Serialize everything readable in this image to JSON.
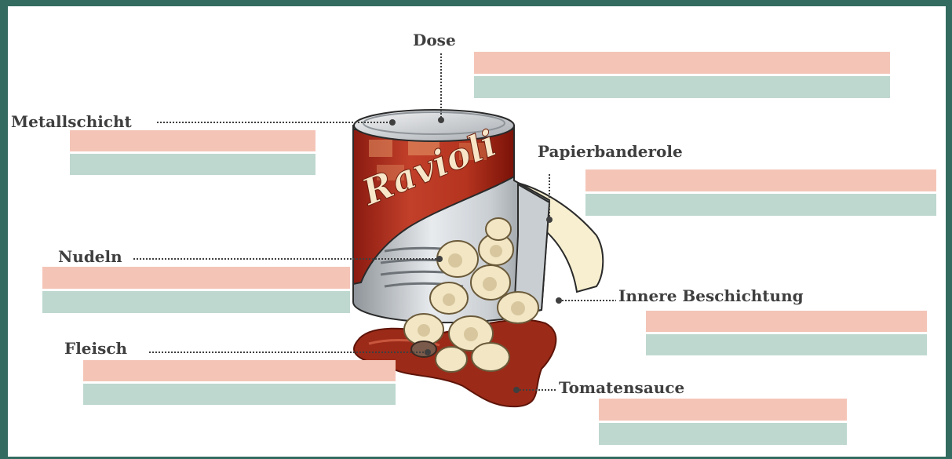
{
  "diagram": {
    "can_text": "Ravioli",
    "labels": {
      "dose": "Dose",
      "metallschicht": "Metallschicht",
      "papierbanderole": "Papierbanderole",
      "nudeln": "Nudeln",
      "innere_beschichtung": "Innere Beschichtung",
      "fleisch": "Fleisch",
      "tomatensauce": "Tomatensauce"
    },
    "answer_box_colors": {
      "top": "#f4c5b7",
      "bottom": "#bed8cf"
    },
    "frame_color": "#336b60"
  }
}
